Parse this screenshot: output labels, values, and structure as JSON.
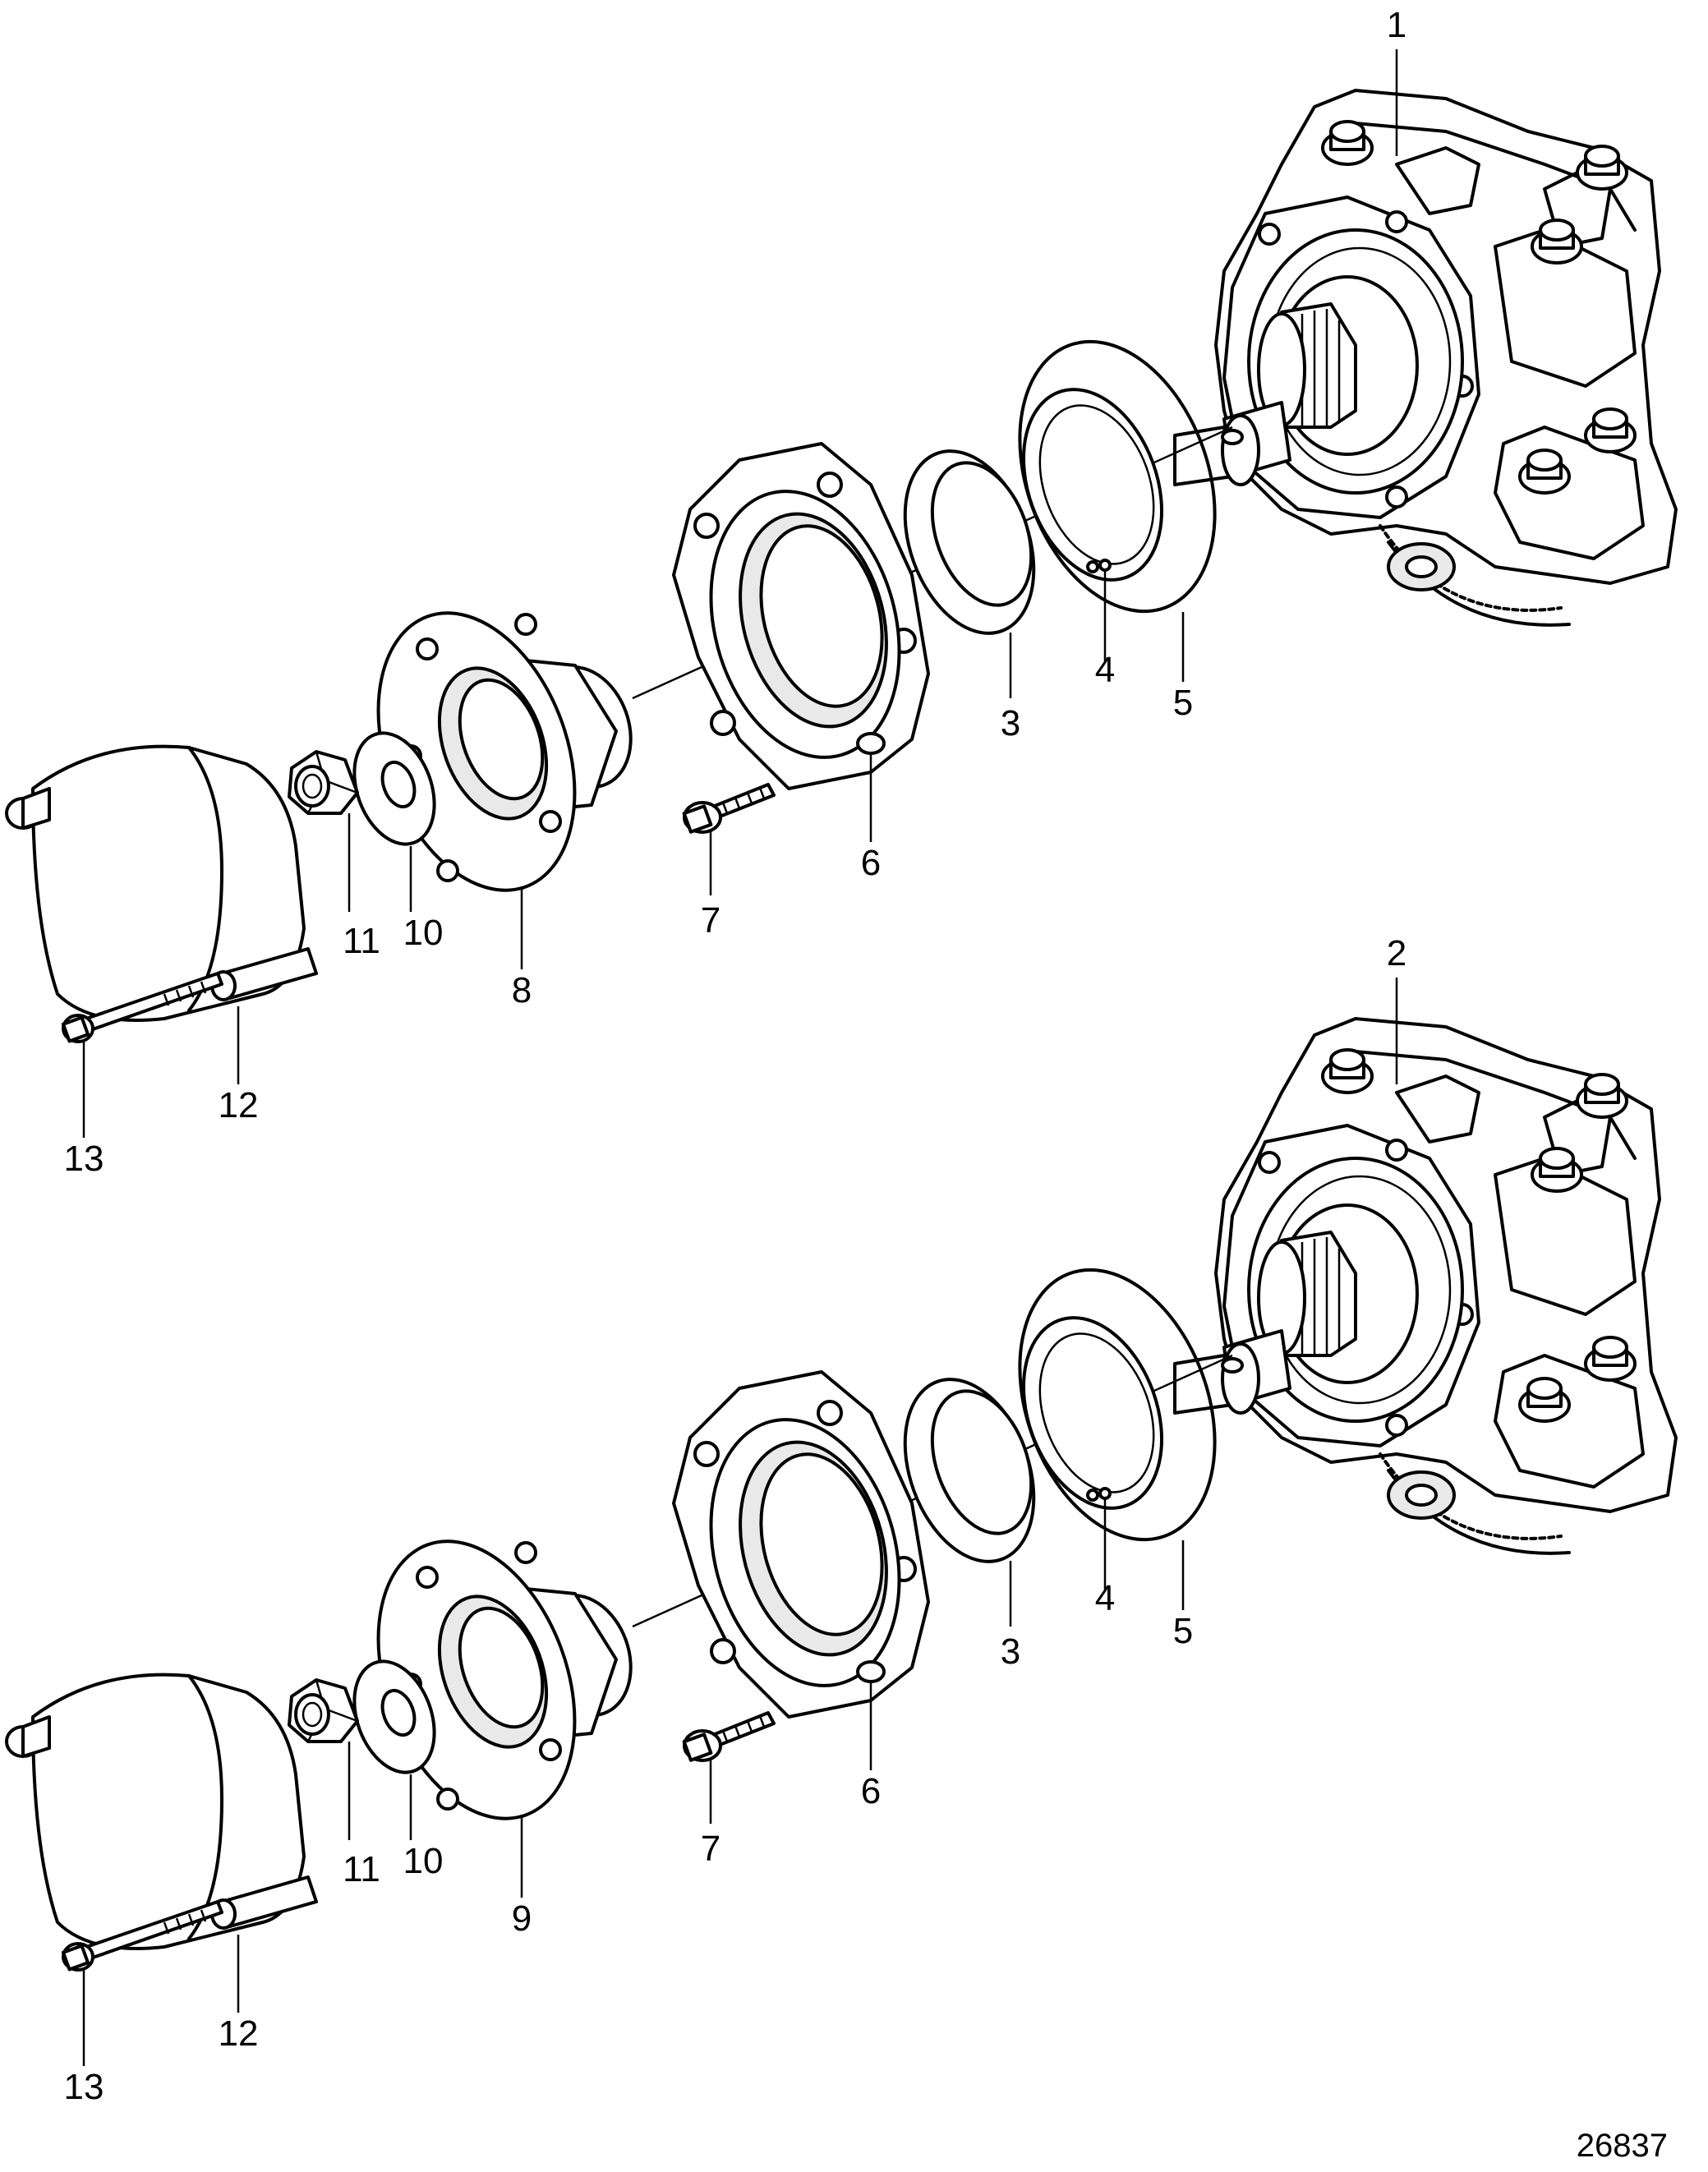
{
  "drawing_ref": "26837",
  "assemblies": [
    {
      "id": "upper",
      "callouts": {
        "c1": "1",
        "c3": "3",
        "c4": "4",
        "c5": "5",
        "c6": "6",
        "c7": "7",
        "c8": "8",
        "c10": "10",
        "c11": "11",
        "c12": "12",
        "c13": "13"
      }
    },
    {
      "id": "lower",
      "callouts": {
        "c2": "2",
        "c3": "3",
        "c4": "4",
        "c5": "5",
        "c6": "6",
        "c7": "7",
        "c9": "9",
        "c10": "10",
        "c11": "11",
        "c12": "12",
        "c13": "13"
      }
    }
  ]
}
